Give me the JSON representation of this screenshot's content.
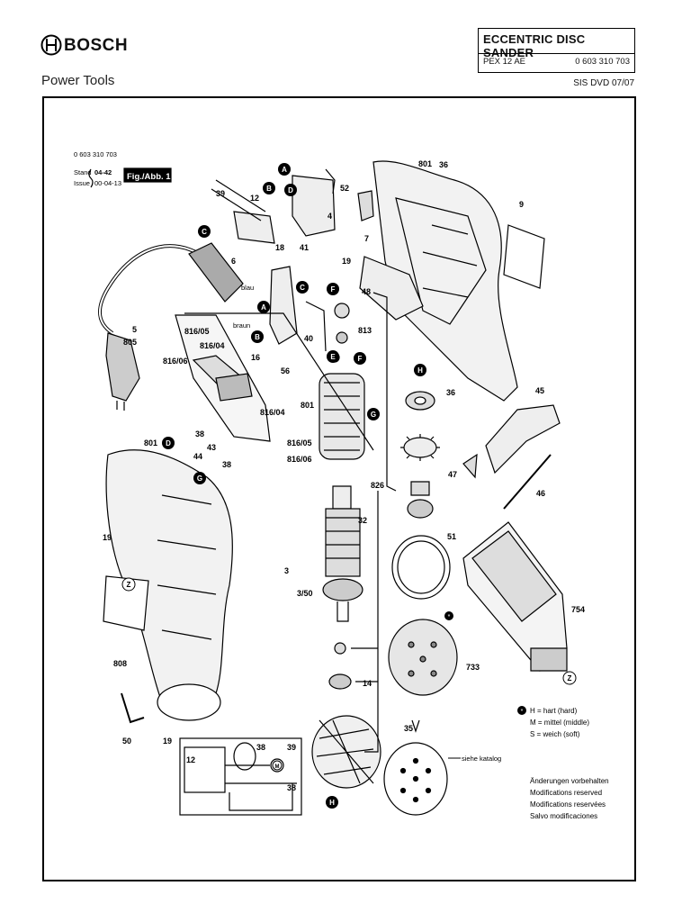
{
  "brand": {
    "name": "BOSCH",
    "division": "Power Tools"
  },
  "title_block": {
    "title": "ECCENTRIC DISC SANDER",
    "model": "PEX 12 AE",
    "part_number": "0 603 310 703",
    "media": "SIS DVD 07/07"
  },
  "drawing": {
    "part_number": "0 603 310 703",
    "stand_label": "Stand",
    "stand_value": "04-42",
    "issue_label": "Issue",
    "issue_value": "00-04-13",
    "figure": "Fig./Abb. 1",
    "wire_labels": {
      "blau": "blau",
      "braun": "braun"
    },
    "legend": [
      "H = hart (hard)",
      "M = mittel (middle)",
      "S = weich (soft)"
    ],
    "catalog_note": "siehe katalog",
    "notice": [
      "Änderungen vorbehalten",
      "Modifications reserved",
      "Modifications reservées",
      "Salvo modificaciones"
    ],
    "callouts": {
      "c801_top": "801",
      "c36_top": "36",
      "c52": "52",
      "c9": "9",
      "c39": "39",
      "c12": "12",
      "c4": "4",
      "c7": "7",
      "c18": "18",
      "c41": "41",
      "c19_top": "19",
      "c6": "6",
      "c48": "48",
      "c5": "5",
      "c805": "805",
      "c816_05a": "816/05",
      "c816_04a": "816/04",
      "c816_06a": "816/06",
      "c16": "16",
      "c56": "56",
      "c40": "40",
      "c813": "813",
      "c36_mid": "36",
      "c801_mid": "801",
      "c45": "45",
      "c816_04b": "816/04",
      "c38a": "38",
      "c43": "43",
      "c44": "44",
      "c816_05b": "816/05",
      "c816_06b": "816/06",
      "c38b": "38",
      "c801_left": "801",
      "c826": "826",
      "c32": "32",
      "c47": "47",
      "c46": "46",
      "c19_left": "19",
      "c51": "51",
      "c3": "3",
      "c3_50": "3/50",
      "c754": "754",
      "c808": "808",
      "c733": "733",
      "c14": "14",
      "c35": "35",
      "c50": "50",
      "c19_bottom": "19",
      "c12_schem": "12",
      "c38_schem_a": "38",
      "c39_schem": "39",
      "c38_schem_b": "38"
    },
    "markers": {
      "A": "A",
      "B": "B",
      "C": "C",
      "D": "D",
      "E": "E",
      "F": "F",
      "G": "G",
      "H": "H",
      "Z": "Z",
      "M": "M"
    }
  }
}
